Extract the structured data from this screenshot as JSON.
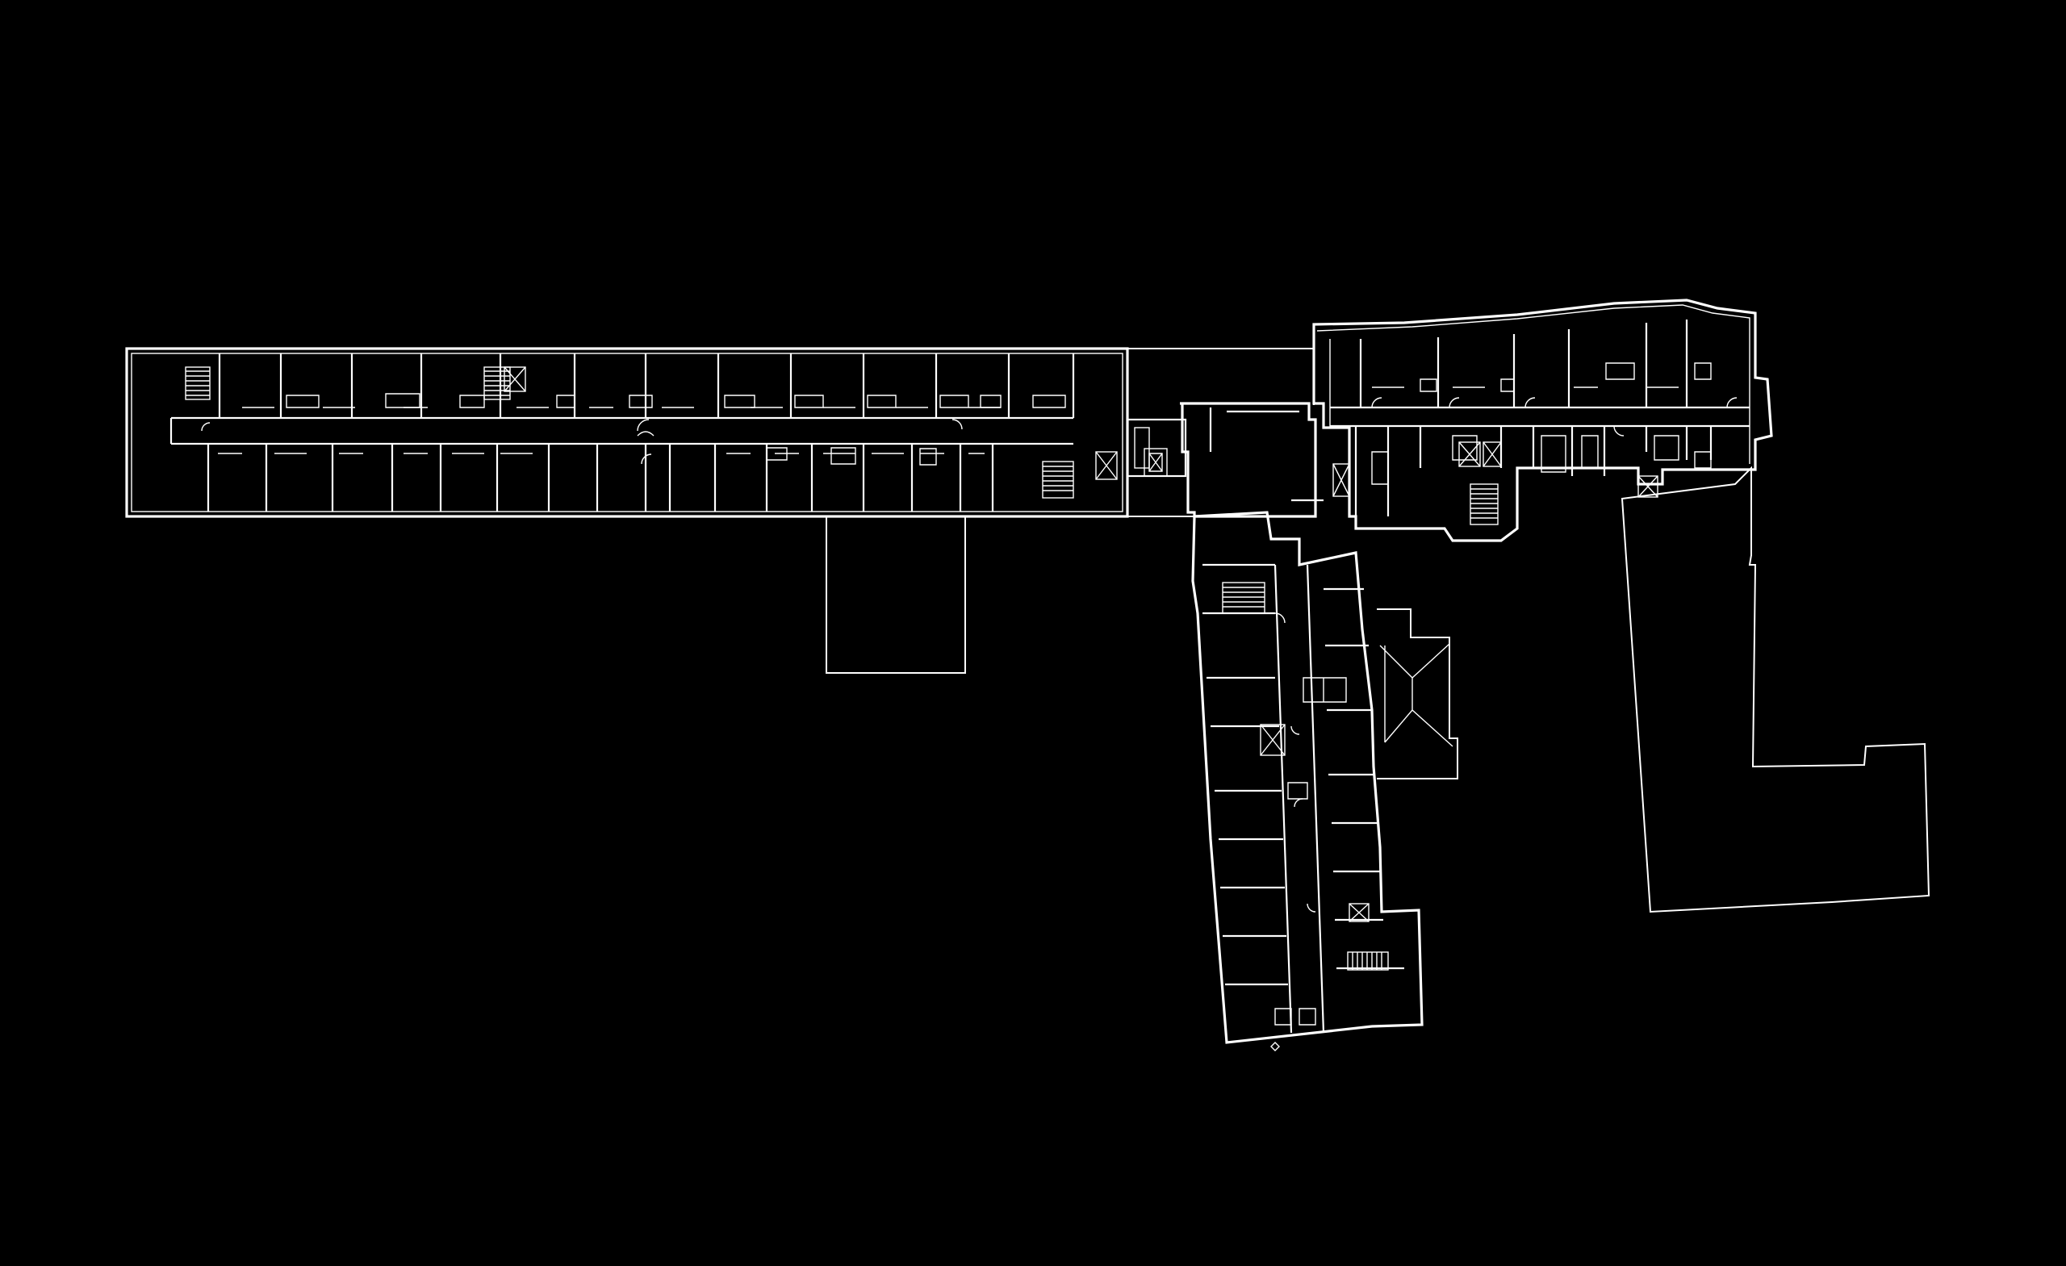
{
  "drawing": {
    "background_color": "#000000",
    "line_color": "#ffffff",
    "regions": [
      {
        "name": "west-wing"
      },
      {
        "name": "central-link"
      },
      {
        "name": "annex-outline-south"
      },
      {
        "name": "north-east-wing"
      },
      {
        "name": "south-wing"
      },
      {
        "name": "pyramid-roof-annex"
      },
      {
        "name": "east-site-outline"
      }
    ],
    "icons": [
      "stair-icon",
      "elevator-icon",
      "door-swing-icon",
      "roof-ridge-icon",
      "north-marker-icon"
    ]
  }
}
